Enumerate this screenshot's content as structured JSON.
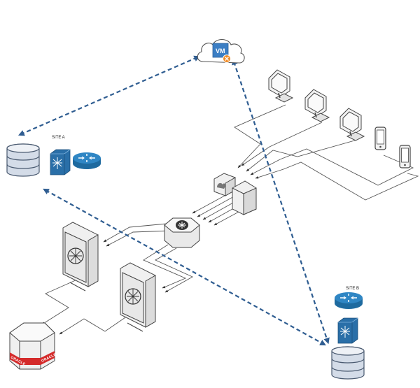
{
  "sites": {
    "a": {
      "label": "SITE A"
    },
    "b": {
      "label": "SITE B"
    }
  },
  "cloud_vm": {
    "label": "VM"
  },
  "oracle": {
    "brand": "ORACLE"
  },
  "colors": {
    "replication_link": "#2f5d91",
    "router_blue": "#1e6a9f",
    "switch_blue": "#2a6fa8",
    "vm_blue": "#3b7ec4",
    "vm_badge": "#f08a24",
    "oracle_red": "#d42b2b",
    "database_fill": "#d4dce8",
    "wire": "#555555"
  },
  "icons": {
    "workstations": [
      "monitor-icon",
      "monitor-icon",
      "monitor-icon",
      "mobile-phone-icon",
      "mobile-phone-icon"
    ],
    "network": [
      "firewall-icon",
      "load-balancer-icon"
    ],
    "servers": [
      "server-icon",
      "server-icon"
    ],
    "storage": [
      "database-icon",
      "oracle-appliance-icon"
    ]
  }
}
